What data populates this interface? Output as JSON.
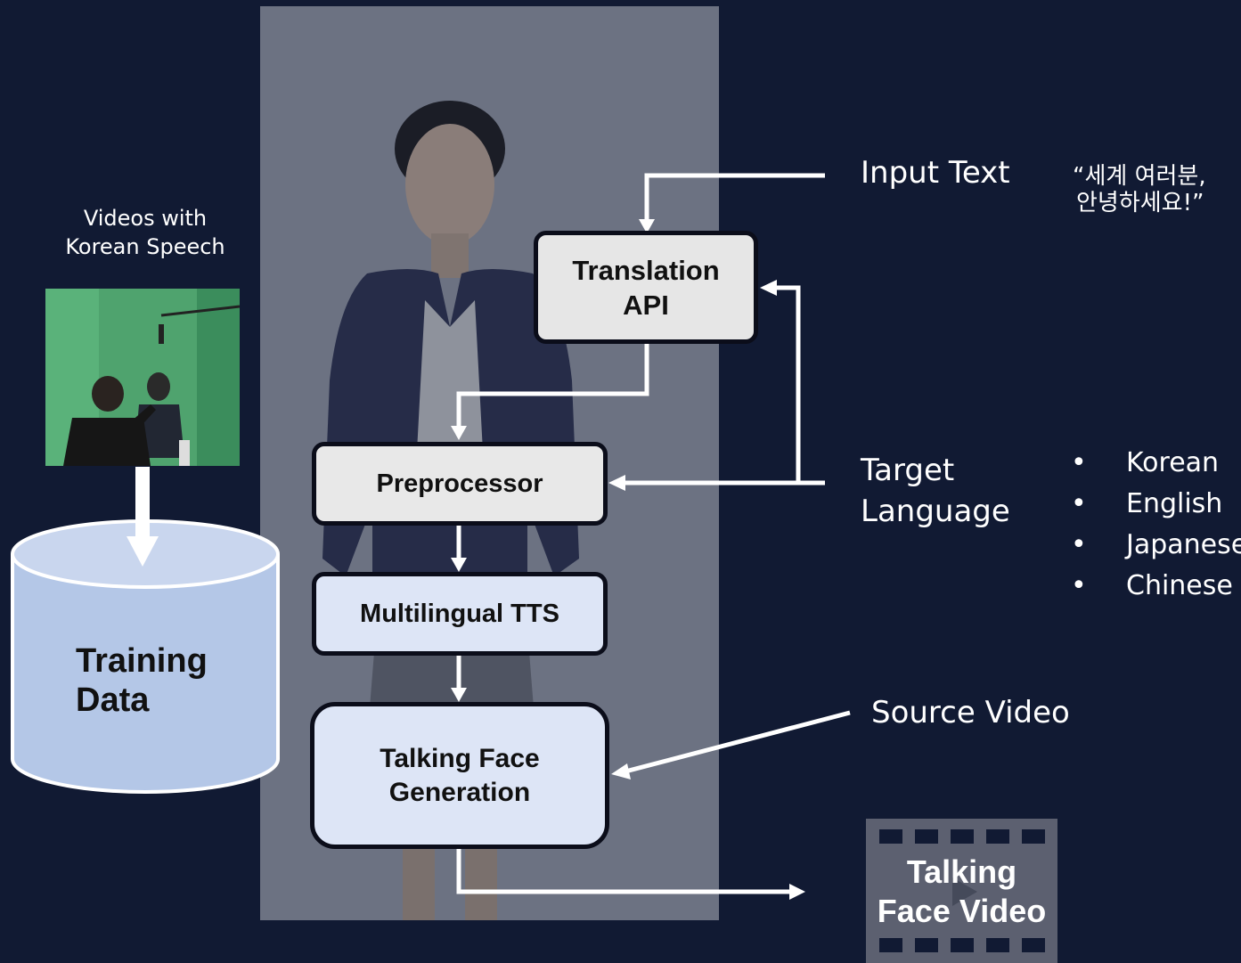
{
  "left_panel": {
    "videos_caption_line1": "Videos with",
    "videos_caption_line2": "Korean Speech",
    "training_data_line1": "Training",
    "training_data_line2": "Data"
  },
  "boxes": {
    "translation_line1": "Translation",
    "translation_line2": "API",
    "preprocessor": "Preprocessor",
    "tts": "Multilingual TTS",
    "talking_line1": "Talking Face",
    "talking_line2": "Generation"
  },
  "right_panel": {
    "input_text": "Input Text",
    "input_quote_line1": "“세계 여러분,",
    "input_quote_line2": "안녕하세요!”",
    "target_line1": "Target",
    "target_line2": "Language",
    "languages": [
      "Korean",
      "English",
      "Japanese",
      "Chinese"
    ],
    "bullet": "•",
    "source_video": "Source Video",
    "output_line1": "Talking",
    "output_line2": "Face Video"
  },
  "colors": {
    "background": "#111a33",
    "translation_box": "#e6e6e6",
    "preprocessor_box": "#e8e8e8",
    "tts_box": "#dde5f6",
    "talking_box": "#dde5f6",
    "cylinder": "#b4c7e7"
  }
}
